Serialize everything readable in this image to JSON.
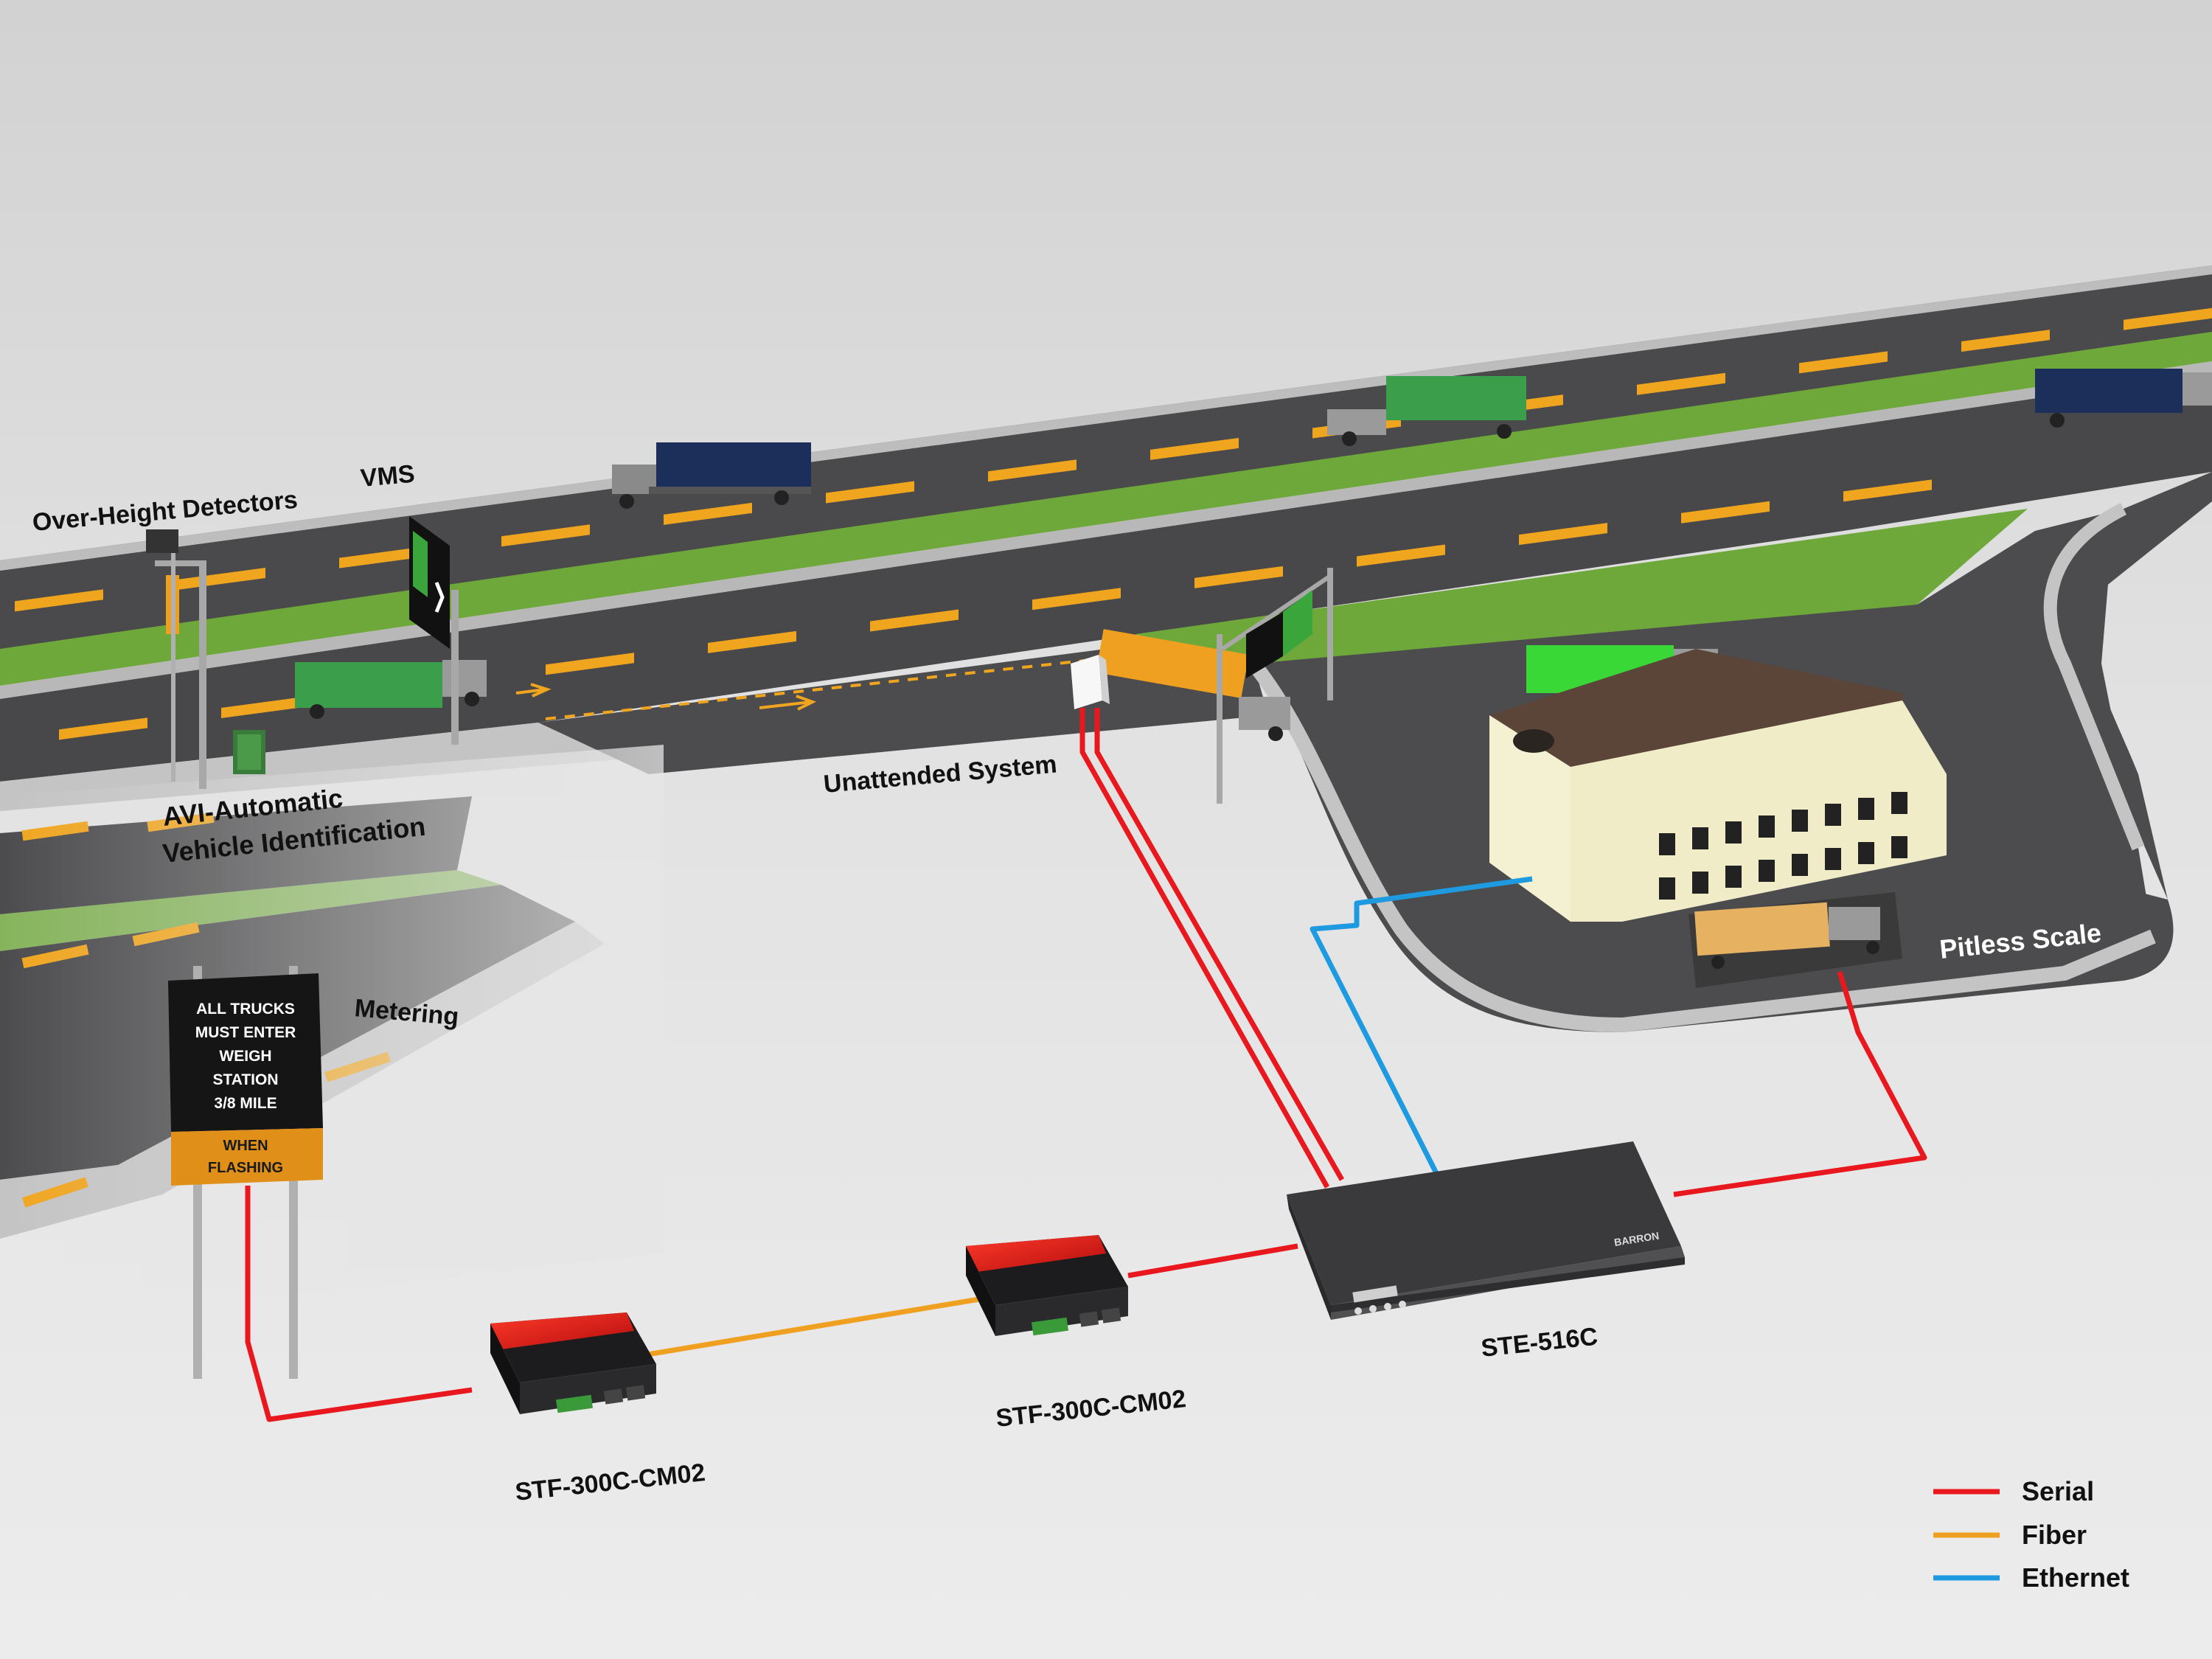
{
  "labels": {
    "over_height": "Over-Height Detectors",
    "vms": "VMS",
    "avi_line1": "AVI-Automatic",
    "avi_line2": "Vehicle Identification",
    "unattended": "Unattended System",
    "metering": "Metering",
    "pitless": "Pitless Scale",
    "ste": "STE-516C",
    "stf_a": "STF-300C-CM02",
    "stf_b": "STF-300C-CM02",
    "brand": "BARRON"
  },
  "sign": {
    "lines": [
      "ALL TRUCKS",
      "MUST ENTER",
      "WEIGH",
      "STATION",
      "3/8 MILE"
    ],
    "panel": [
      "WHEN",
      "FLASHING"
    ]
  },
  "legend": [
    {
      "label": "Serial",
      "color": "#e8181e"
    },
    {
      "label": "Fiber",
      "color": "#f0a020"
    },
    {
      "label": "Ethernet",
      "color": "#1e9be0"
    }
  ],
  "colors": {
    "serial": "#e8181e",
    "fiber": "#f0a020",
    "ethernet": "#1e9be0",
    "road": "#4a4a4c",
    "median": "#6ea83a",
    "lane_mark": "#f0a51e"
  }
}
